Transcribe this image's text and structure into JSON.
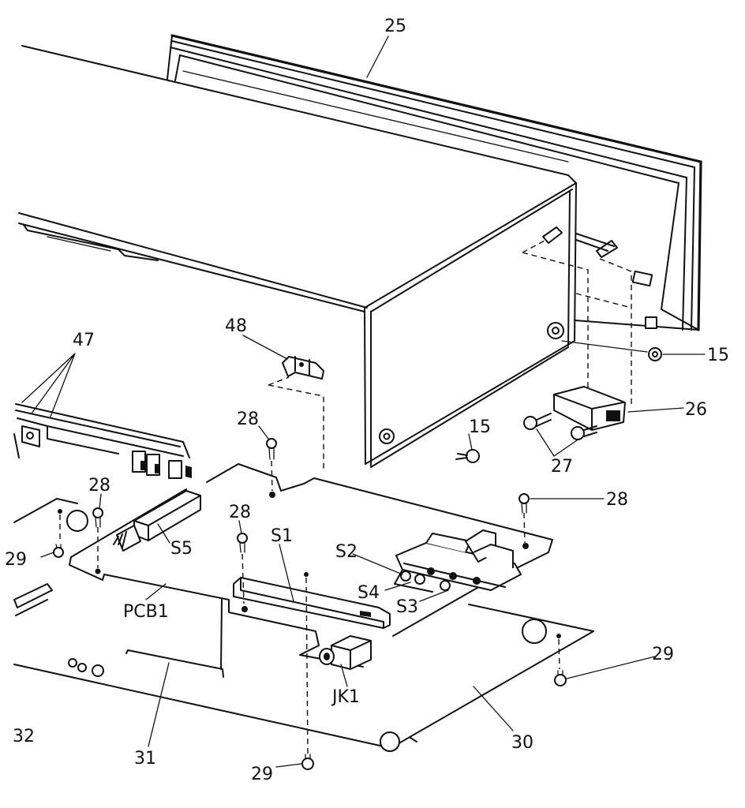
{
  "labels": {
    "p25": "25",
    "p15a": "15",
    "p15b": "15",
    "p26": "26",
    "p27": "27",
    "p48": "48",
    "p47": "47",
    "p28a": "28",
    "p28b": "28",
    "p28c": "28",
    "p28d": "28",
    "p29a": "29",
    "p29b": "29",
    "p29c": "29",
    "s1": "S1",
    "s2": "S2",
    "s3": "S3",
    "s4": "S4",
    "s5": "S5",
    "pcb1": "PCB1",
    "jk1": "JK1",
    "p30": "30",
    "p31": "31",
    "p32": "32"
  }
}
